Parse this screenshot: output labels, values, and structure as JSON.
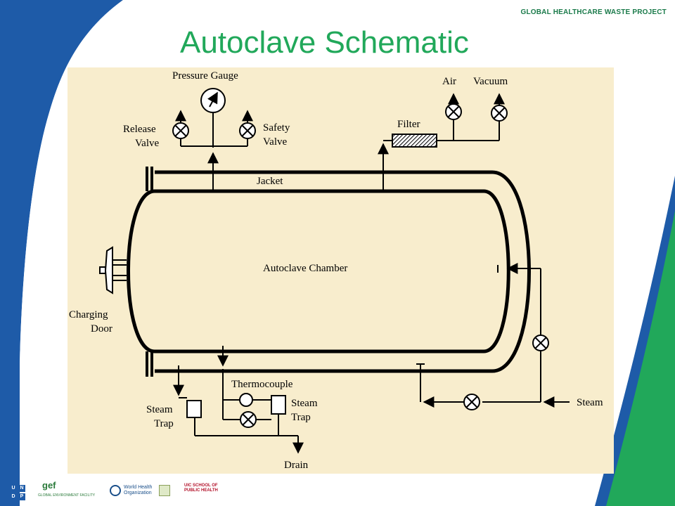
{
  "header": {
    "project_label": "GLOBAL HEALTHCARE WASTE PROJECT",
    "title": "Autoclave Schematic"
  },
  "diagram": {
    "labels": {
      "pressure_gauge": "Pressure Gauge",
      "release_valve_1": "Release",
      "release_valve_2": "Valve",
      "safety_valve_1": "Safety",
      "safety_valve_2": "Valve",
      "filter": "Filter",
      "air": "Air",
      "vacuum": "Vacuum",
      "jacket": "Jacket",
      "chamber": "Autoclave Chamber",
      "charging_door_1": "Charging",
      "charging_door_2": "Door",
      "thermocouple": "Thermocouple",
      "steam_trap_left_1": "Steam",
      "steam_trap_left_2": "Trap",
      "steam_trap_right_1": "Steam",
      "steam_trap_right_2": "Trap",
      "steam": "Steam",
      "drain": "Drain"
    }
  },
  "footer": {
    "undp": [
      "U",
      "N",
      "D",
      "P"
    ],
    "gef": "gef",
    "gef_sub": "GLOBAL ENVIRONMENT FACILITY",
    "who": "World Health\nOrganization",
    "uic": "UIC SCHOOL OF\nPUBLIC HEALTH"
  },
  "colors": {
    "title": "#21a85a",
    "left_swoosh": "#1e5ba8",
    "right_swoosh": "#21a85a",
    "panel": "#f8edcd"
  }
}
